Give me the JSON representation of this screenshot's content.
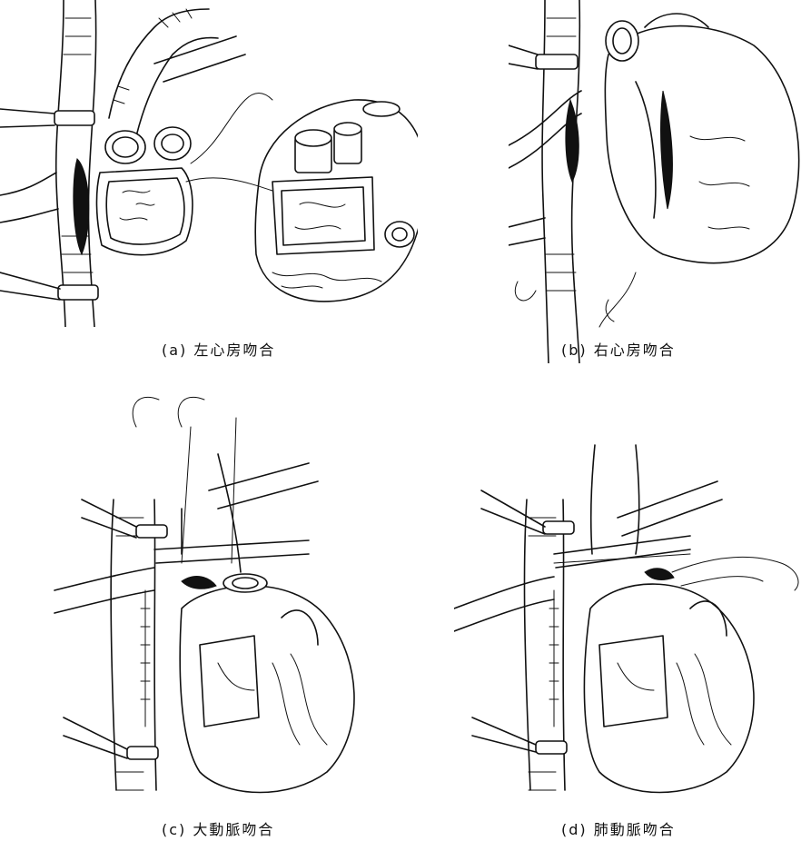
{
  "figure": {
    "panels": [
      {
        "label": "(a)",
        "caption": "左心房吻合"
      },
      {
        "label": "(b)",
        "caption": "右心房吻合"
      },
      {
        "label": "(c)",
        "caption": "大動脈吻合"
      },
      {
        "label": "(d)",
        "caption": "肺動脈吻合"
      }
    ]
  }
}
